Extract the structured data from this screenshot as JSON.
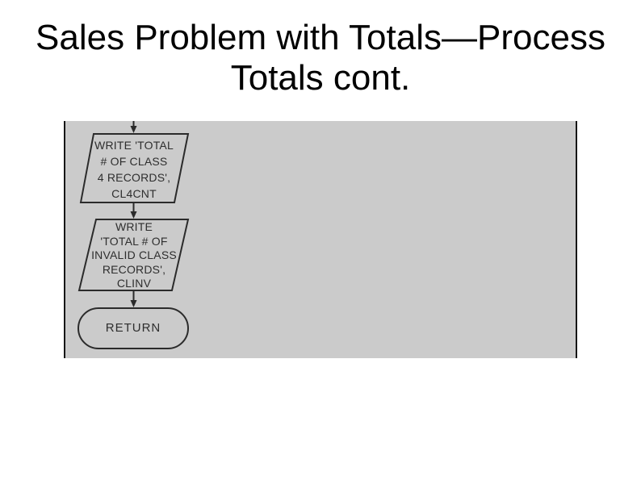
{
  "slide": {
    "title_line1": "Sales Problem with Totals—Process",
    "title_line2": "Totals cont."
  },
  "flowchart": {
    "description": "flowchart segment image",
    "nodes": [
      {
        "type": "io-parallelogram",
        "lines": [
          "WRITE 'TOTAL",
          "# OF CLASS",
          "4 RECORDS',",
          "CL4CNT"
        ]
      },
      {
        "type": "io-parallelogram",
        "lines": [
          "WRITE",
          "'TOTAL # OF",
          "INVALID CLASS",
          "RECORDS',",
          "CLINV"
        ]
      },
      {
        "type": "terminator",
        "label": "RETURN"
      }
    ],
    "colors": {
      "panel_bg": "#cbcbcb",
      "panel_edge": "#161616",
      "shape_line": "#2b2b2b",
      "text": "#2e2e2e",
      "title_text": "#000000",
      "page_bg": "#ffffff"
    }
  }
}
